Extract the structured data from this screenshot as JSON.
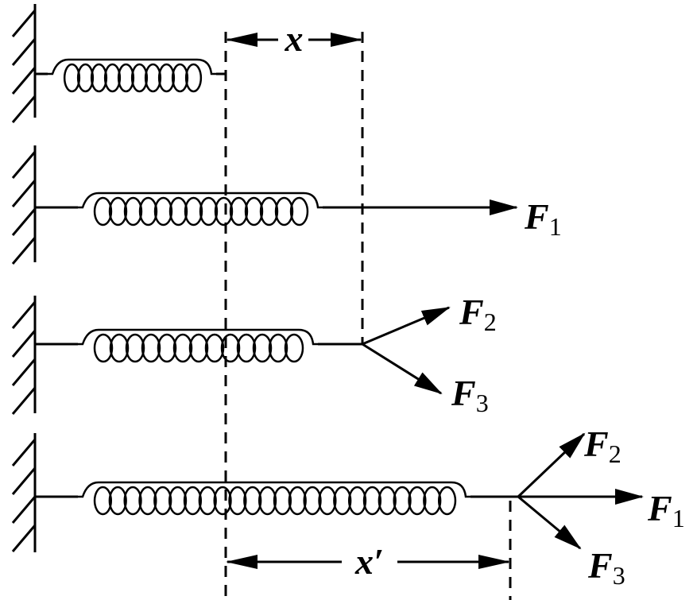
{
  "diagram": {
    "stroke_color": "#000000",
    "background": "#ffffff",
    "labels": {
      "x": "x",
      "x_prime": "x′",
      "rows": [
        {
          "forces": []
        },
        {
          "forces": [
            {
              "var": "F",
              "sub": "1"
            }
          ]
        },
        {
          "forces": [
            {
              "var": "F",
              "sub": "2"
            },
            {
              "var": "F",
              "sub": "3"
            }
          ]
        },
        {
          "forces": [
            {
              "var": "F",
              "sub": "2"
            },
            {
              "var": "F",
              "sub": "1"
            },
            {
              "var": "F",
              "sub": "3"
            }
          ]
        }
      ]
    }
  }
}
